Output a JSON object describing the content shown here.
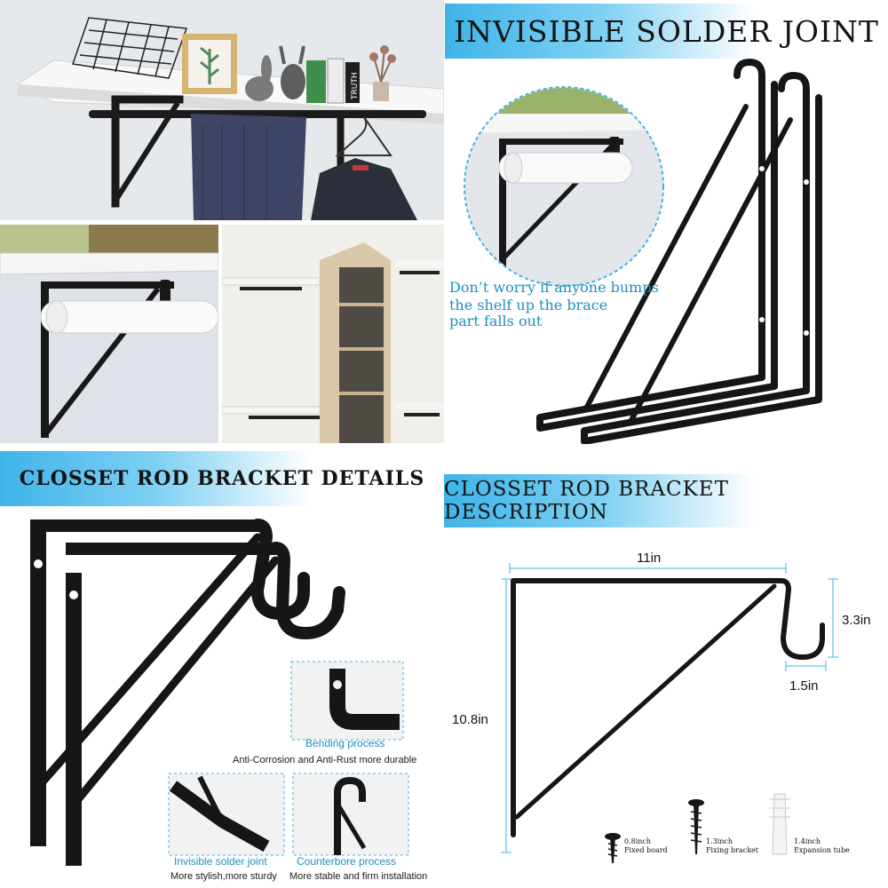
{
  "banners": {
    "solder": "INVISIBLE SOLDER JOINT",
    "details": "CLOSSET ROD BRACKET DETAILS",
    "description": "CLOSSET ROD BRACKET DESCRIPTION"
  },
  "solder_caption": {
    "line1": "Don’t worry if anyone bumps",
    "line2": "the shelf up the brace",
    "line3": "part falls out"
  },
  "details_features": [
    {
      "label": "Bending process",
      "desc": "Anti-Corrosion and Anti-Rust more durable"
    },
    {
      "label": "Invisible solder joint",
      "desc": "More stylish,more sturdy"
    },
    {
      "label": "Counterbore process",
      "desc": "More stable and firm installation"
    }
  ],
  "dimensions": {
    "width": "11in",
    "height": "10.8in",
    "hook_height": "3.3in",
    "hook_width": "1.5in"
  },
  "hardware": [
    {
      "size": "0.8inch",
      "name": "Fixed board"
    },
    {
      "size": "1.3inch",
      "name": "Fixing bracket"
    },
    {
      "size": "1.4inch",
      "name": "Expansion tube"
    }
  ],
  "photo_props": {
    "book_spine": "TRUTH"
  },
  "colors": {
    "banner_blue": "#3fb4e9",
    "caption_blue": "#1e8fc0",
    "bracket_black": "#161616",
    "shelf_white": "#f7f7f7"
  }
}
